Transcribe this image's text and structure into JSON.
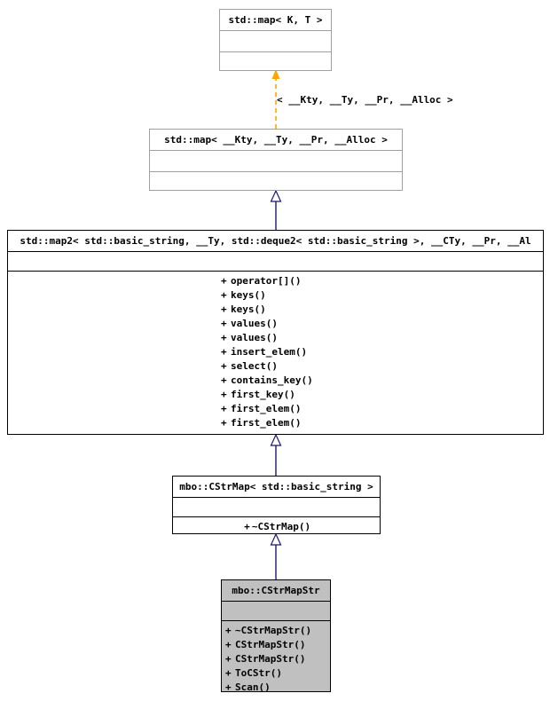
{
  "diagram": {
    "kind": "uml-class-inheritance-diagram",
    "colors": {
      "background": "#ffffff",
      "box_fill": "#ffffff",
      "box_fill_highlight": "#c0c0c0",
      "border_black": "#000000",
      "border_light": "#a0a0a0",
      "inheritance_edge": "#191970",
      "template_edge": "#ffa500",
      "text": "#000000"
    },
    "classes": [
      {
        "id": "std-map-kt",
        "title": "std::map< K, T >",
        "attributes": [],
        "operations": [],
        "highlighted": false
      },
      {
        "id": "std-map-full",
        "title": "std::map< __Kty, __Ty, __Pr, __Alloc >",
        "attributes": [],
        "operations": [],
        "highlighted": false
      },
      {
        "id": "std-map2",
        "title": "std::map2< std::basic_string, __Ty, std::deque2< std::basic_string >, __CTy, __Pr, __Al",
        "attributes": [],
        "operations": [
          {
            "visibility": "+",
            "name": "operator[]()"
          },
          {
            "visibility": "+",
            "name": "keys()"
          },
          {
            "visibility": "+",
            "name": "keys()"
          },
          {
            "visibility": "+",
            "name": "values()"
          },
          {
            "visibility": "+",
            "name": "values()"
          },
          {
            "visibility": "+",
            "name": "insert_elem()"
          },
          {
            "visibility": "+",
            "name": "select()"
          },
          {
            "visibility": "+",
            "name": "contains_key()"
          },
          {
            "visibility": "+",
            "name": "first_key()"
          },
          {
            "visibility": "+",
            "name": "first_elem()"
          },
          {
            "visibility": "+",
            "name": "first_elem()"
          }
        ],
        "highlighted": false
      },
      {
        "id": "cstrmap",
        "title": "mbo::CStrMap< std::basic_string >",
        "attributes": [],
        "operations": [
          {
            "visibility": "+",
            "name": "~CStrMap()"
          }
        ],
        "highlighted": false
      },
      {
        "id": "cstrmapstr",
        "title": "mbo::CStrMapStr",
        "attributes": [],
        "operations": [
          {
            "visibility": "+",
            "name": "~CStrMapStr()"
          },
          {
            "visibility": "+",
            "name": "CStrMapStr()"
          },
          {
            "visibility": "+",
            "name": "CStrMapStr()"
          },
          {
            "visibility": "+",
            "name": "ToCStr()"
          },
          {
            "visibility": "+",
            "name": "Scan()"
          }
        ],
        "highlighted": true
      }
    ],
    "edges": [
      {
        "id": "template-binding",
        "from": "std-map-full",
        "to": "std-map-kt",
        "style": "dashed",
        "arrow": "filled-triangle",
        "label": "< __Kty, __Ty, __Pr, __Alloc >"
      },
      {
        "id": "gen-map2-to-map",
        "from": "std-map2",
        "to": "std-map-full",
        "style": "solid",
        "arrow": "hollow-triangle",
        "label": ""
      },
      {
        "id": "gen-cstrmap-to-map2",
        "from": "cstrmap",
        "to": "std-map2",
        "style": "solid",
        "arrow": "hollow-triangle",
        "label": ""
      },
      {
        "id": "gen-cstrmapstr-to-cstrmap",
        "from": "cstrmapstr",
        "to": "cstrmap",
        "style": "solid",
        "arrow": "hollow-triangle",
        "label": ""
      }
    ]
  }
}
